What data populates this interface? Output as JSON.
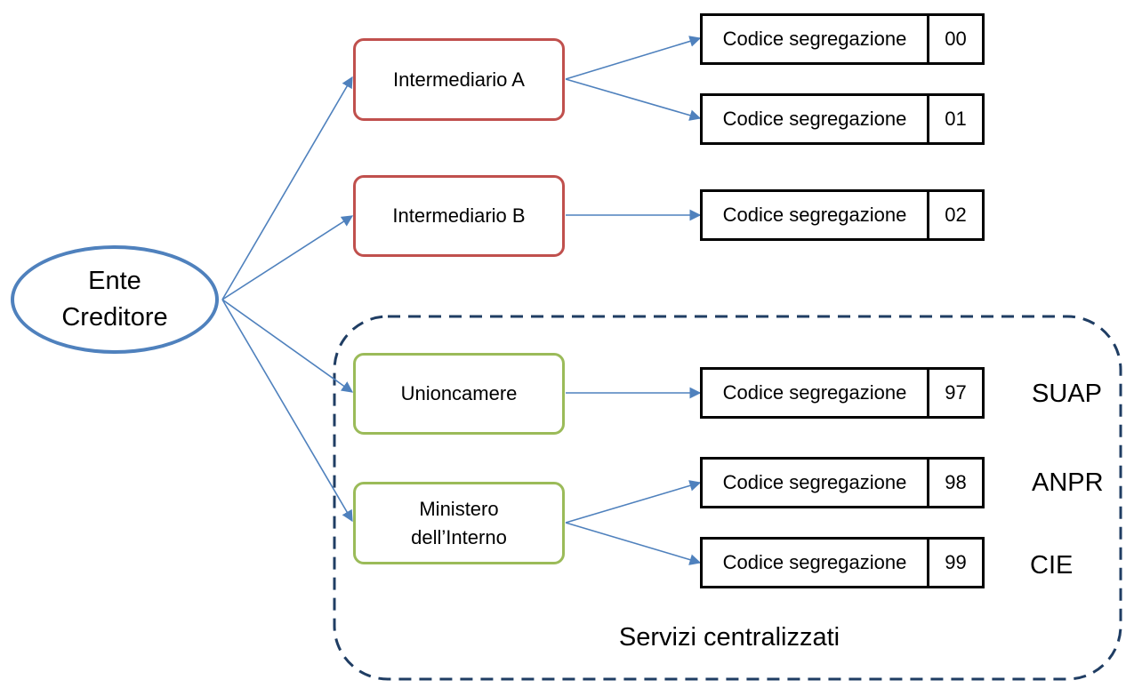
{
  "diagram": {
    "root": {
      "line1": "Ente",
      "line2": "Creditore"
    },
    "intermediaries": [
      {
        "label": "Intermediario A"
      },
      {
        "label": "Intermediario B"
      },
      {
        "label": "Unioncamere"
      },
      {
        "line1": "Ministero",
        "line2": "dell’Interno"
      }
    ],
    "codes": [
      {
        "label": "Codice segregazione",
        "value": "00"
      },
      {
        "label": "Codice segregazione",
        "value": "01"
      },
      {
        "label": "Codice segregazione",
        "value": "02"
      },
      {
        "label": "Codice segregazione",
        "value": "97",
        "service": "SUAP"
      },
      {
        "label": "Codice segregazione",
        "value": "98",
        "service": "ANPR"
      },
      {
        "label": "Codice segregazione",
        "value": "99",
        "service": "CIE"
      }
    ],
    "group_label": "Servizi centralizzati",
    "colors": {
      "connector": "#4f81bd",
      "root_border": "#4f81bd",
      "intermediary_border": "#c0504d",
      "central_border": "#9bbb59",
      "group_border": "#1f3d63"
    }
  }
}
